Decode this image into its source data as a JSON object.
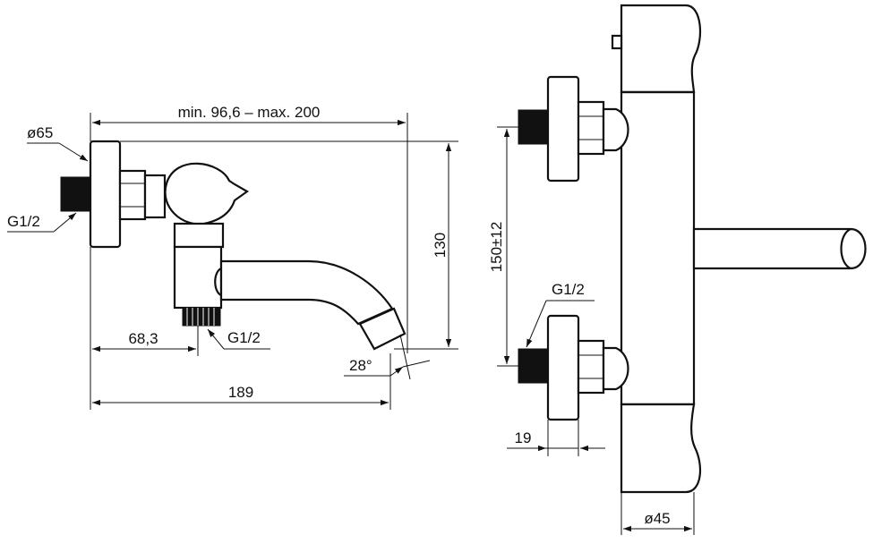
{
  "left_view": {
    "dim_range_label": "min. 96,6 – max. 200",
    "dim_diameter_label": "ø65",
    "dim_thread_supply_label": "G1/2",
    "dim_thread_outlet_label": "G1/2",
    "dim_offset_label": "68,3",
    "dim_length_label": "189",
    "dim_height_label": "130",
    "dim_angle_label": "28°"
  },
  "right_view": {
    "dim_spacing_label": "150±12",
    "dim_thread_label": "G1/2",
    "dim_depth_label": "19",
    "dim_body_diameter_label": "ø45"
  }
}
